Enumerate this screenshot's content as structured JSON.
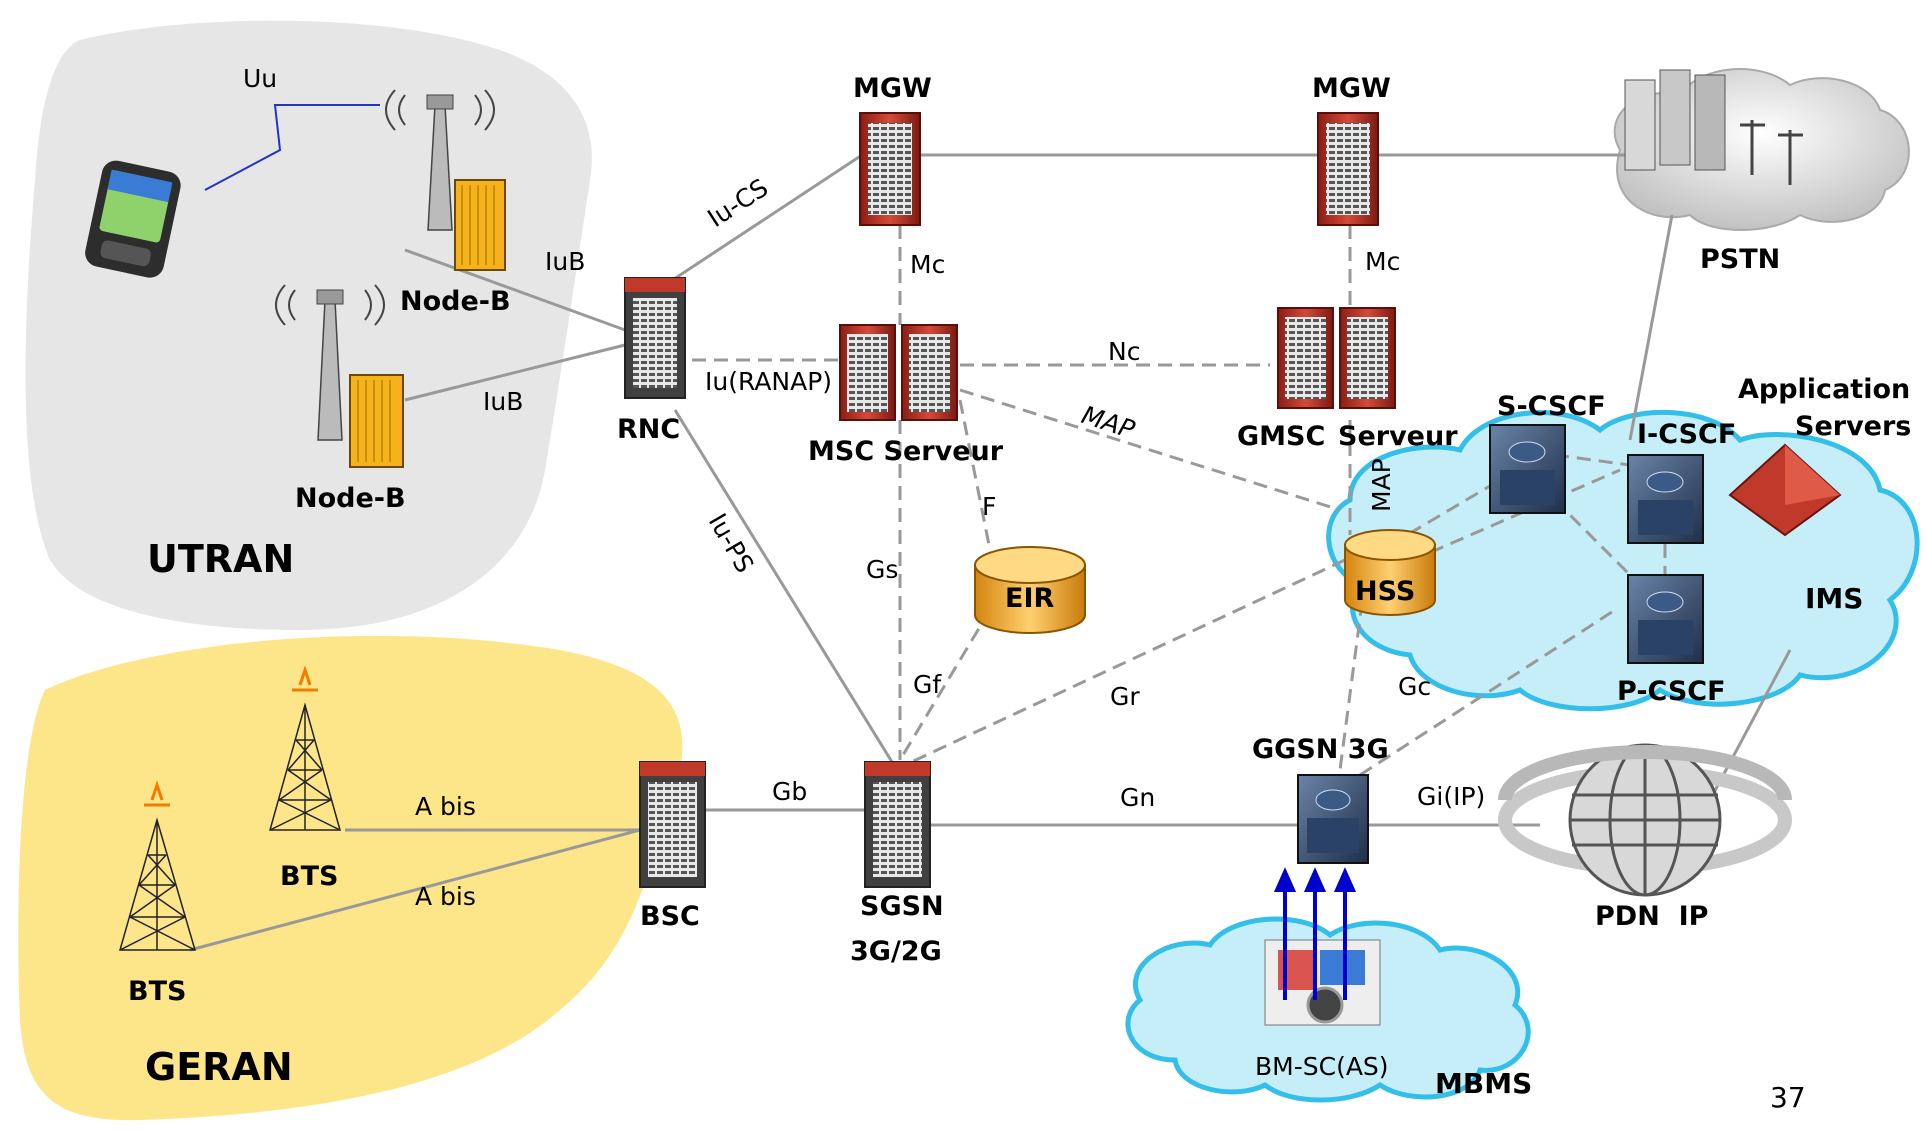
{
  "regions": {
    "utran": "UTRAN",
    "geran": "GERAN",
    "ims": "IMS",
    "mbms": "MBMS"
  },
  "nodes": {
    "mgw1": "MGW",
    "mgw2": "MGW",
    "pstn": "PSTN",
    "node_b1": "Node-B",
    "node_b2": "Node-B",
    "rnc": "RNC",
    "msc": "MSC Serveur",
    "gmsc": "GMSC",
    "gmsc_serveur": "Serveur",
    "s_cscf": "S-CSCF",
    "i_cscf": "I-CSCF",
    "p_cscf": "P-CSCF",
    "app_servers_1": "Application",
    "app_servers_2": "Servers",
    "eir": "EIR",
    "hss": "HSS",
    "ggsn": "GGSN 3G",
    "bts1": "BTS",
    "bts2": "BTS",
    "bsc": "BSC",
    "sgsn_1": "SGSN",
    "sgsn_2": "3G/2G",
    "pdn": "PDN  IP",
    "bmsc": "BM-SC(AS)"
  },
  "interfaces": {
    "uu": "Uu",
    "iub1": "IuB",
    "iub2": "IuB",
    "iu_cs": "Iu-CS",
    "mc1": "Mc",
    "mc2": "Mc",
    "iu_ranap": "Iu(RANAP)",
    "nc": "Nc",
    "map1": "MAP",
    "map2": "MAP",
    "f": "F",
    "iu_ps": "Iu-PS",
    "gs": "Gs",
    "gf": "Gf",
    "gr": "Gr",
    "gc": "Gc",
    "gb": "Gb",
    "gn": "Gn",
    "gi": "Gi(IP)",
    "abis1": "A bis",
    "abis2": "A bis"
  },
  "page_number": "37",
  "colors": {
    "utran_bg": "#e6e6e6",
    "geran_bg": "#fde58a",
    "cloud_ims": "#c6eef8",
    "cloud_edge": "#33bfea",
    "server_red": "#c0392b",
    "nodeb_orange": "#f5b21a",
    "solid_link": "#999999",
    "dashed_link": "#999999",
    "uu_link": "#2233cc",
    "mbms_arrow": "#0000cc"
  }
}
